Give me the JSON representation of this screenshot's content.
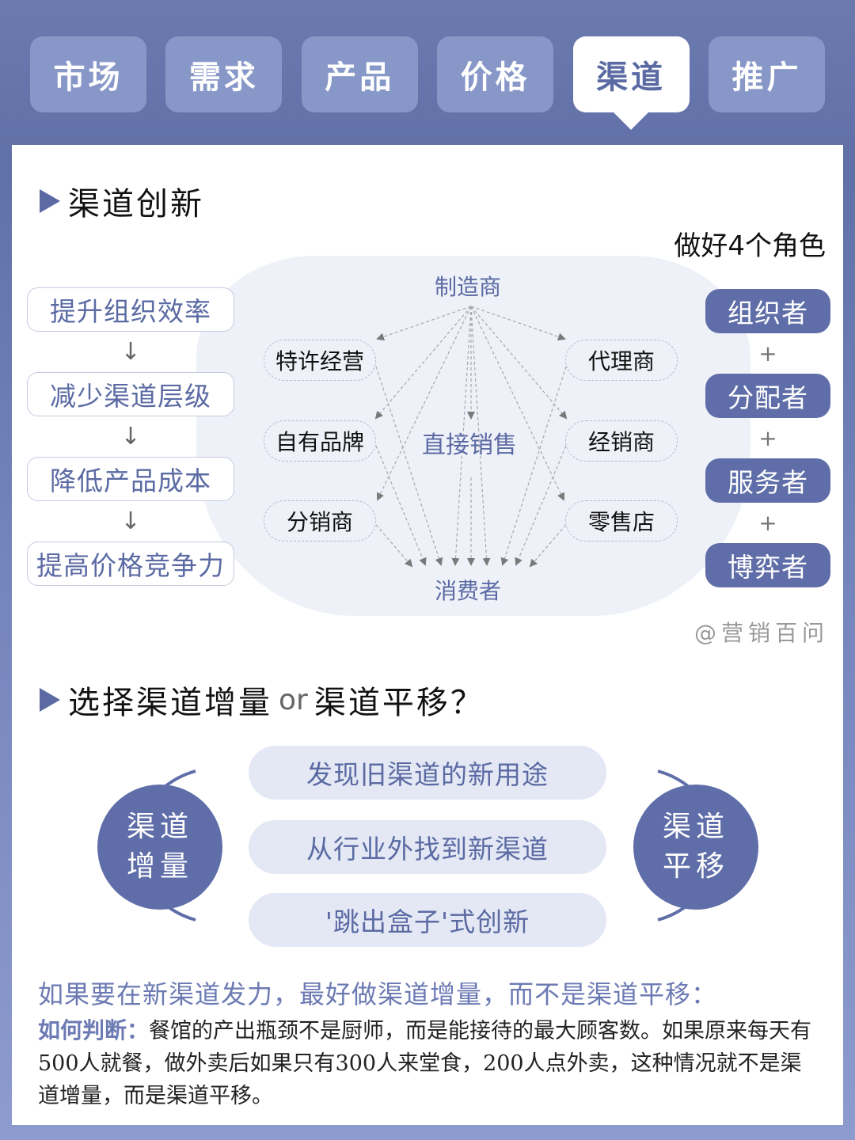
{
  "tabs": [
    {
      "label": "市场",
      "active": false
    },
    {
      "label": "需求",
      "active": false
    },
    {
      "label": "产品",
      "active": false
    },
    {
      "label": "价格",
      "active": false
    },
    {
      "label": "渠道",
      "active": true
    },
    {
      "label": "推广",
      "active": false
    }
  ],
  "section1": {
    "title": "渠道创新",
    "roles_title": "做好4个角色",
    "flow": [
      {
        "label": "提升组织效率"
      },
      {
        "label": "减少渠道层级"
      },
      {
        "label": "降低产品成本"
      },
      {
        "label": "提高价格竞争力"
      }
    ],
    "flow_arrow": "↓",
    "diagram": {
      "source": "制造商",
      "target": "消费者",
      "center": "直接销售",
      "left_nodes": [
        "特许经营",
        "自有品牌",
        "分销商"
      ],
      "right_nodes": [
        "代理商",
        "经销商",
        "零售店"
      ]
    },
    "roles": [
      {
        "label": "组织者"
      },
      {
        "label": "分配者"
      },
      {
        "label": "服务者"
      },
      {
        "label": "博弈者"
      }
    ],
    "plus": "+",
    "watermark": "@营销百问"
  },
  "section2": {
    "title_part1": "选择渠道增量",
    "title_or": "or",
    "title_part2": "渠道平移？",
    "left_circle": {
      "line1": "渠道",
      "line2": "增量"
    },
    "right_circle": {
      "line1": "渠道",
      "line2": "平移"
    },
    "options": [
      {
        "label": "发现旧渠道的新用途"
      },
      {
        "label": "从行业外找到新渠道"
      },
      {
        "label": "'跳出盒子'式创新"
      }
    ],
    "conclusion": "如果要在新渠道发力，最好做渠道增量，而不是渠道平移：",
    "judge_label": "如何判断：",
    "judge_text": "餐馆的产出瓶颈不是厨师，而是能接待的最大顾客数。如果原来每天有500人就餐，做外卖后如果只有300人来堂食，200人点外卖，这种情况就不是渠道增量，而是渠道平移。"
  },
  "colors": {
    "accent": "#5f6ea8",
    "tab_inactive": "#8797c8",
    "blob_bg": "#eef1f8",
    "option_bg": "#e3e8f4",
    "highlight_text": "#6c7ab3"
  }
}
